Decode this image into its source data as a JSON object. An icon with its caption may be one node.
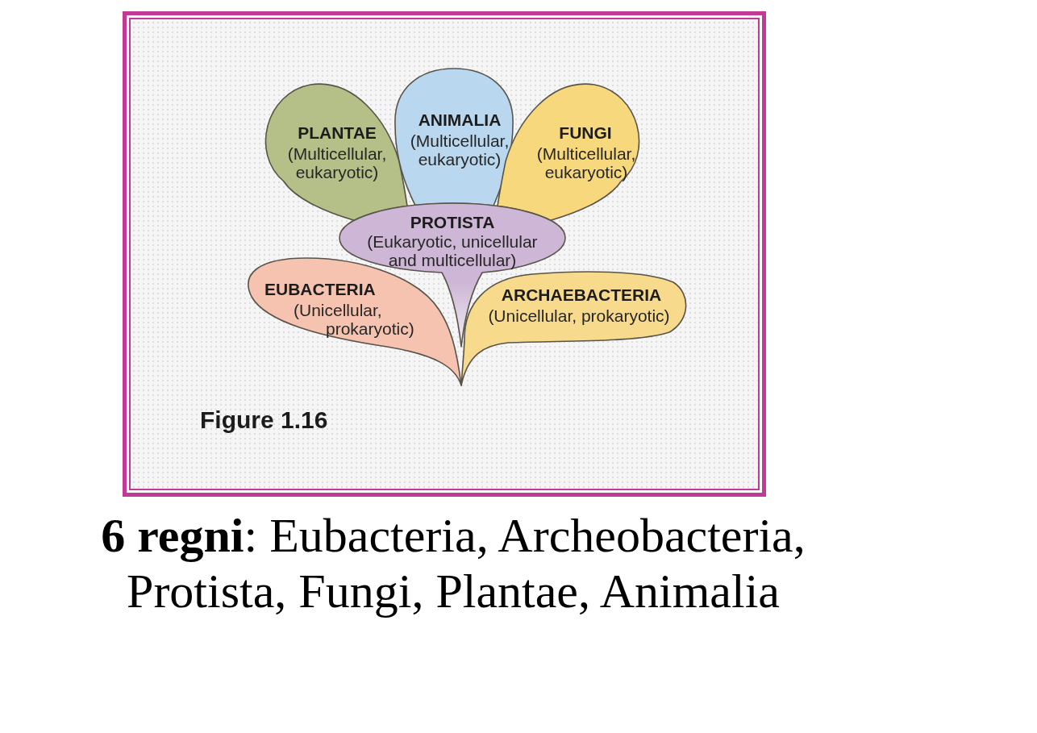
{
  "diagram": {
    "caption": "**6 regni**: Eubacteria, Archeobacteria, Protista, Fungi, Plantae, Animalia",
    "nodes": [
      {
        "text": [
          "Figure 1.16"
        ]
      },
      {
        "text": [
          "PLANTAE",
          "(Multicellular, eukaryotic)"
        ],
        "in": 0
      },
      {
        "text": [
          "ANIMALIA",
          "(Multicellular, eukaryotic)"
        ],
        "in": 0
      },
      {
        "text": [
          "FUNGI",
          "(Multicellular, eukaryotic)"
        ],
        "in": 0
      },
      {
        "text": [
          "PROTISTA",
          "(Eukaryotic, unicellular and multicellular)"
        ],
        "in": 0
      },
      {
        "text": [
          "EUBACTERIA",
          "(Unicellular, prokaryotic)"
        ],
        "in": 0
      },
      {
        "text": [
          "ARCHAEBACTERIA",
          "(Unicellular, prokaryotic)"
        ],
        "in": 0
      }
    ]
  }
}
